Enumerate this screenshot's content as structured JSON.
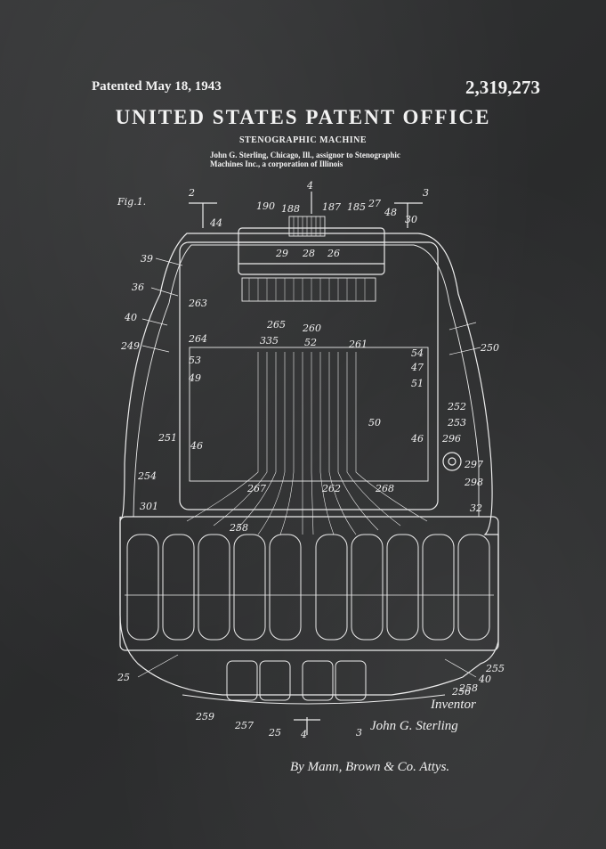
{
  "header": {
    "patented": "Patented May 18, 1943",
    "number": "2,319,273",
    "office": "UNITED STATES PATENT OFFICE",
    "title": "STENOGRAPHIC MACHINE",
    "assignor": "John G. Sterling, Chicago, Ill., assignor to Stenographic Machines Inc., a corporation of Illinois"
  },
  "figure": {
    "label": "Fig.1.",
    "refs": [
      "2",
      "44",
      "190",
      "188",
      "4",
      "187",
      "185",
      "27",
      "48",
      "3",
      "30",
      "39",
      "29",
      "28",
      "26",
      "36",
      "40",
      "263",
      "265",
      "260",
      "335",
      "52",
      "261",
      "264",
      "249",
      "250",
      "53",
      "54",
      "49",
      "47",
      "51",
      "252",
      "253",
      "50",
      "251",
      "46",
      "46",
      "296",
      "297",
      "298",
      "254",
      "267",
      "262",
      "268",
      "301",
      "32",
      "258",
      "25",
      "255",
      "258",
      "40",
      "256",
      "259",
      "257",
      "25",
      "4",
      "3"
    ]
  },
  "signature": {
    "inventor_label": "Inventor",
    "inventor_name": "John G. Sterling",
    "attorneys": "By Mann, Brown & Co. Attys."
  }
}
